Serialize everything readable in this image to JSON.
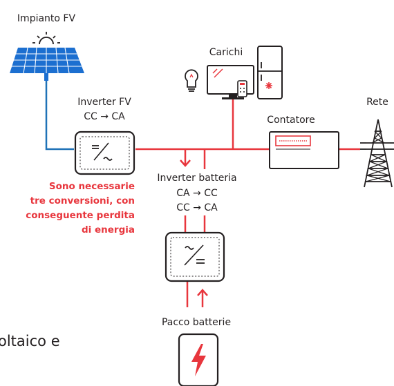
{
  "labels": {
    "pv_plant": "Impianto FV",
    "loads": "Carichi",
    "grid": "Rete",
    "pv_inverter": "Inverter FV",
    "pv_inverter_conv": "CC → CA",
    "meter": "Contatore",
    "battery_inverter": "Inverter batteria",
    "battery_inverter_conv1": "CA → CC",
    "battery_inverter_conv2": "CC → CA",
    "battery_pack": "Pacco batterie"
  },
  "warning": {
    "line1": "Sono necessarie",
    "line2": "tre conversioni, con",
    "line3": "conseguente perdita",
    "line4": "di energia"
  },
  "cut_text": "oltaico e",
  "colors": {
    "ac_line": "#e8363d",
    "dc_line": "#1f72b7",
    "panel": "#1c6fd0",
    "outline": "#231f20",
    "warning_text": "#e8363d"
  }
}
